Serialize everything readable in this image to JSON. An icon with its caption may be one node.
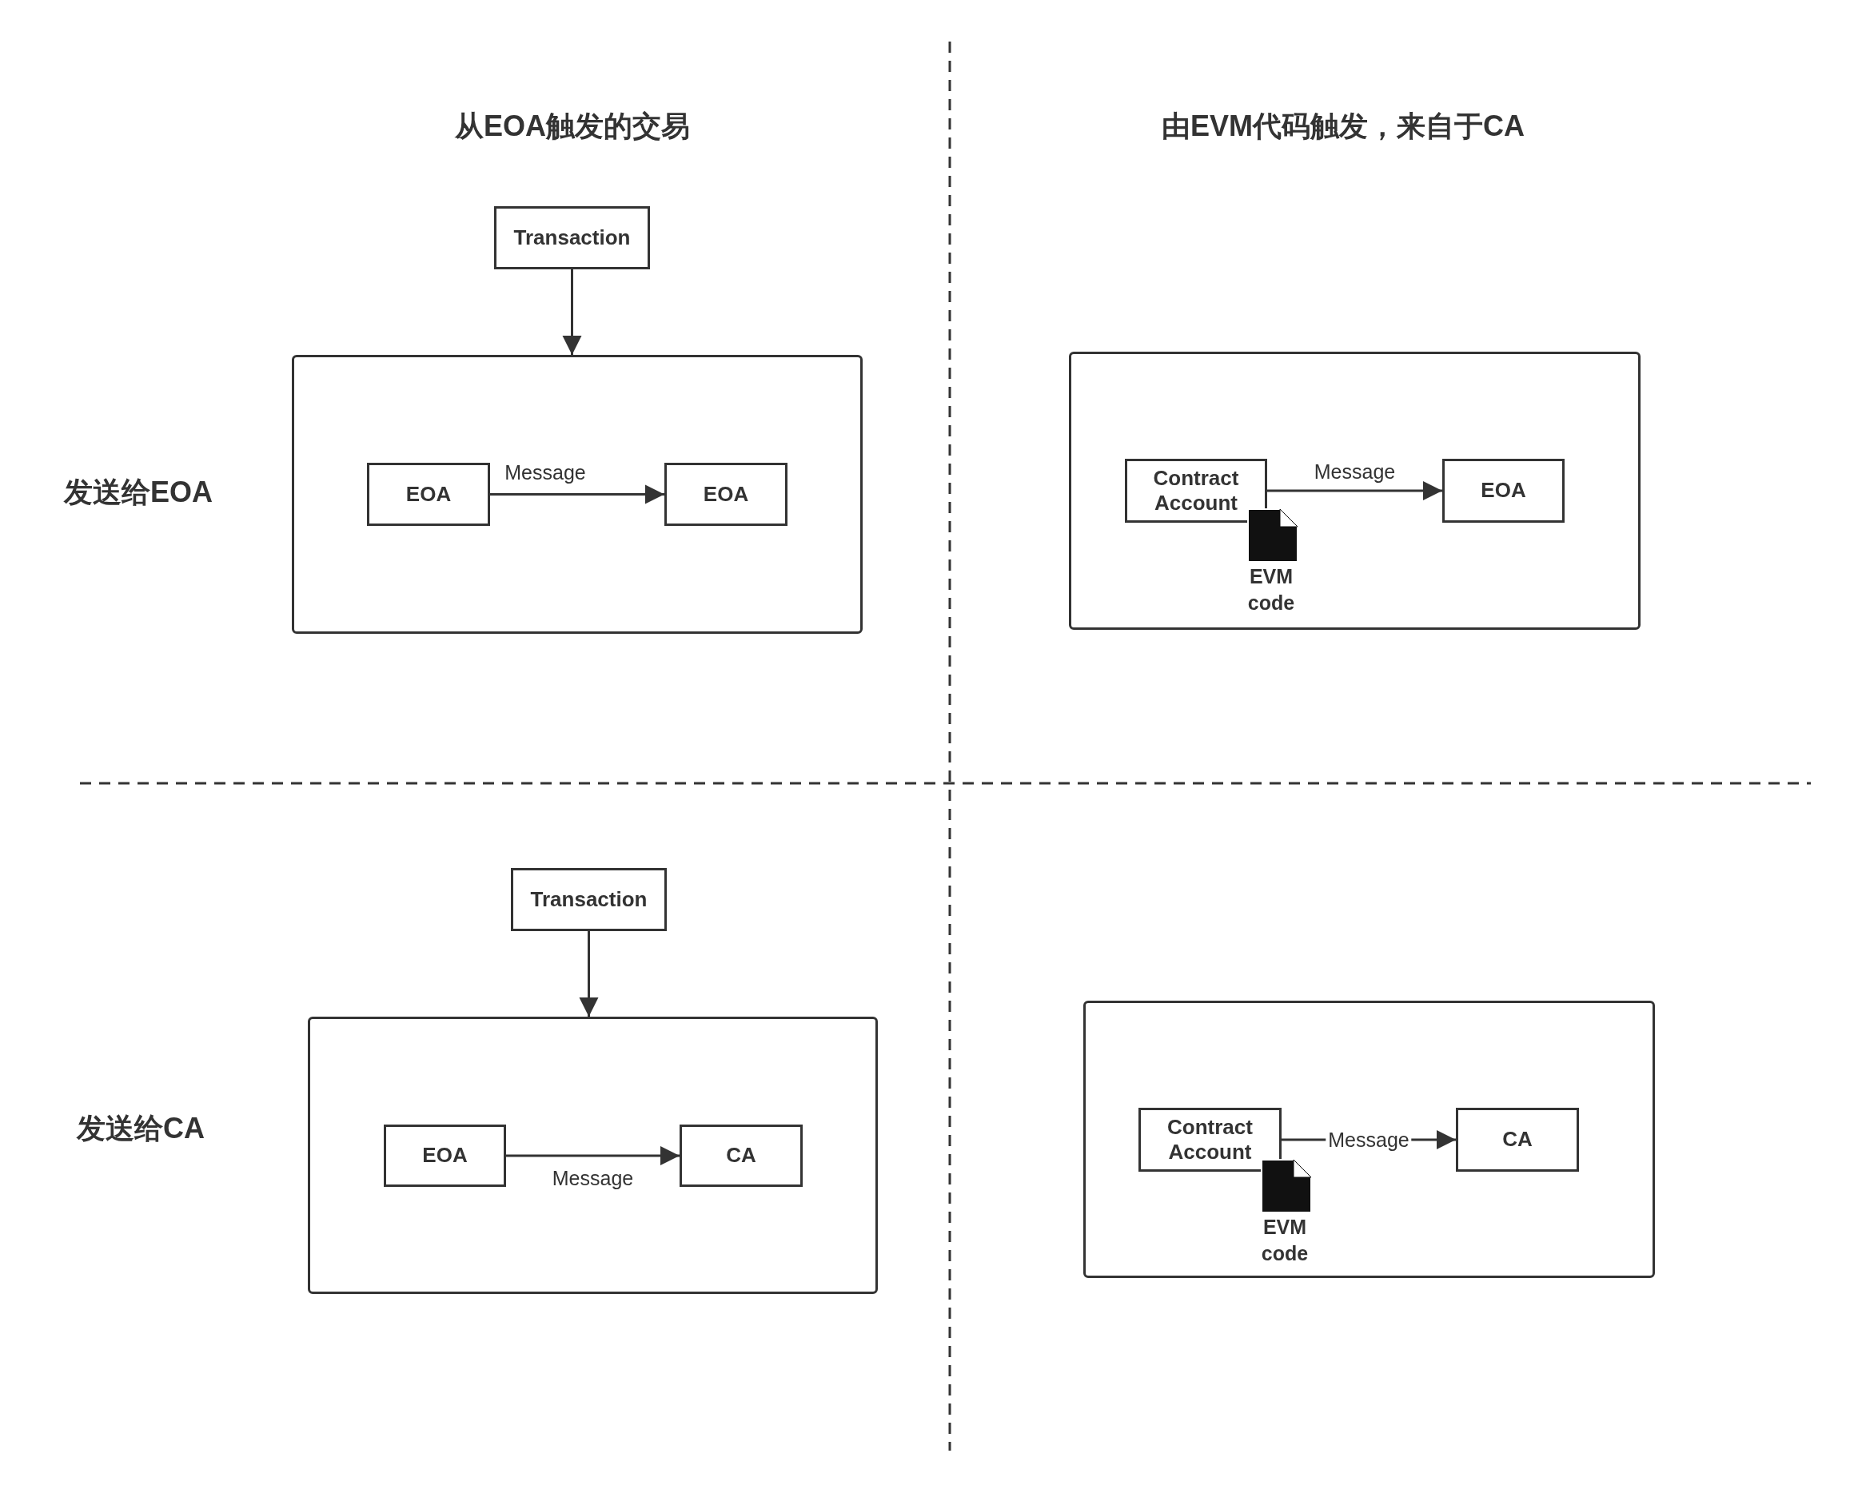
{
  "diagram": {
    "nodes": [
      {
        "text": [
          "Transaction"
        ]
      },
      {
        "text": [],
        "shape": "box"
      },
      {
        "text": [
          "EOA"
        ],
        "in": 1
      },
      {
        "text": [
          "EOA"
        ],
        "in": 1
      },
      {
        "text": [],
        "shape": "box"
      },
      {
        "text": [
          "Contract Account"
        ],
        "in": 4
      },
      {
        "text": [
          "EVM code"
        ],
        "in": 4
      },
      {
        "text": [
          "EOA"
        ],
        "in": 4
      },
      {
        "text": [
          "Transaction"
        ]
      },
      {
        "text": [],
        "shape": "box"
      },
      {
        "text": [
          "EOA"
        ],
        "in": 9
      },
      {
        "text": [
          "CA"
        ],
        "in": 9
      },
      {
        "text": [],
        "shape": "box"
      },
      {
        "text": [
          "Contract Account"
        ],
        "in": 12
      },
      {
        "text": [
          "EVM code"
        ],
        "in": 12
      },
      {
        "text": [
          "CA"
        ],
        "in": 12
      }
    ],
    "edges": [
      {
        "from": 0,
        "to": 1,
        "arrow": "to"
      },
      {
        "from": 2,
        "to": 3,
        "arrow": "to",
        "label": "Message"
      },
      {
        "from": 5,
        "to": 7,
        "arrow": "to",
        "label": "Message"
      },
      {
        "from": 8,
        "to": 9,
        "arrow": "to"
      },
      {
        "from": 10,
        "to": 11,
        "arrow": "to",
        "label": "Message"
      },
      {
        "from": 13,
        "to": 15,
        "arrow": "to",
        "label": "Message"
      }
    ],
    "labels": [
      "从EOA触发的交易",
      "由EVM代码触发，来自于CA",
      "发送给EOA",
      "发送给CA"
    ]
  }
}
